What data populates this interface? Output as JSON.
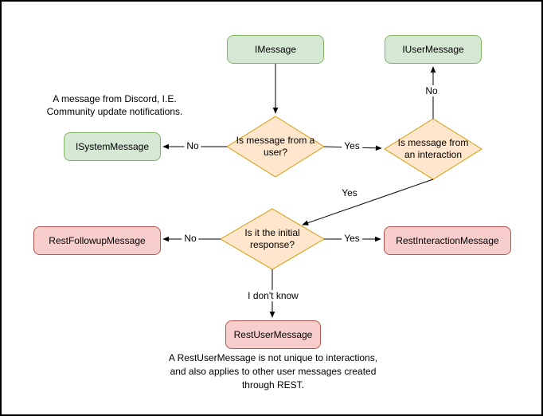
{
  "nodes": {
    "imessage": "IMessage",
    "iusermessage": "IUserMessage",
    "isystemmessage": "ISystemMessage",
    "decision_user": "Is message from a user?",
    "decision_interaction": "Is message from an interaction",
    "decision_initial": "Is it the initial response?",
    "restfollowup": "RestFollowupMessage",
    "restinteraction": "RestInteractionMessage",
    "restuser": "RestUserMessage"
  },
  "edge_labels": {
    "user_no": "No",
    "user_yes": "Yes",
    "interaction_no": "No",
    "interaction_yes": "Yes",
    "initial_no": "No",
    "initial_yes": "Yes",
    "initial_unknown": "I don't know"
  },
  "notes": {
    "system": [
      "A message from Discord, I.E.",
      "Community update notifications."
    ],
    "restuser": [
      "A RestUserMessage is not unique to interactions,",
      "and also applies to other user messages created",
      "through REST."
    ]
  },
  "colors": {
    "interface_fill": "#d5e8d4",
    "interface_border": "#82b366",
    "decision_fill": "#ffe6cc",
    "decision_border": "#d79b00",
    "rest_fill": "#f8cecc",
    "rest_border": "#b85450",
    "line": "#000000"
  }
}
